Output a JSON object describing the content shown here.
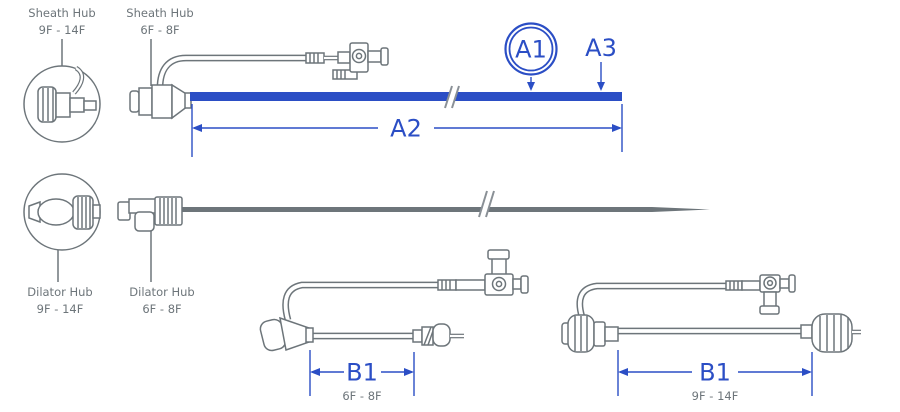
{
  "colors": {
    "accent": "#2b4ec5",
    "line": "#6d757a",
    "breakmark": "#8a9096"
  },
  "labels": {
    "sheath_hub_large": {
      "name": "Sheath Hub",
      "size": "9F - 14F"
    },
    "sheath_hub_small": {
      "name": "Sheath Hub",
      "size": "6F - 8F"
    },
    "dilator_hub_large": {
      "name": "Dilator Hub",
      "size": "9F - 14F"
    },
    "dilator_hub_small": {
      "name": "Dilator Hub",
      "size": "6F - 8F"
    }
  },
  "dimensions": {
    "a1": "A1",
    "a2": "A2",
    "a3": "A3",
    "b1_left": {
      "label": "B1",
      "size": "6F - 8F"
    },
    "b1_right": {
      "label": "B1",
      "size": "9F - 14F"
    }
  }
}
